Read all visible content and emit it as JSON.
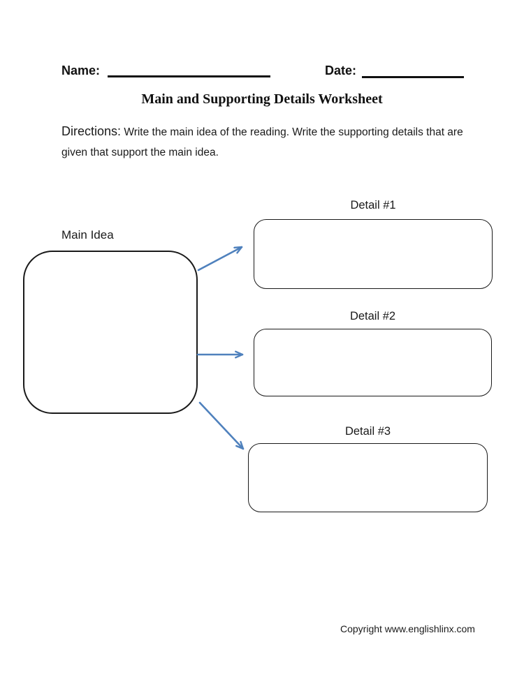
{
  "page": {
    "background": "#ffffff",
    "ink_color": "#1a1a1a"
  },
  "header": {
    "name_label": "Name:",
    "date_label": "Date:"
  },
  "title": "Main and Supporting Details Worksheet",
  "directions": {
    "label": "Directions:",
    "text": "Write the main idea of the reading. Write the supporting details that are given that support the main idea."
  },
  "organizer": {
    "main_idea": {
      "label": "Main Idea"
    },
    "details": [
      {
        "label": "Detail #1"
      },
      {
        "label": "Detail #2"
      },
      {
        "label": "Detail #3"
      }
    ],
    "arrow_color": "#4f81bd",
    "box_border_color": "#1a1a1a"
  },
  "footer": {
    "copyright": "Copyright www.englishlinx.com"
  }
}
